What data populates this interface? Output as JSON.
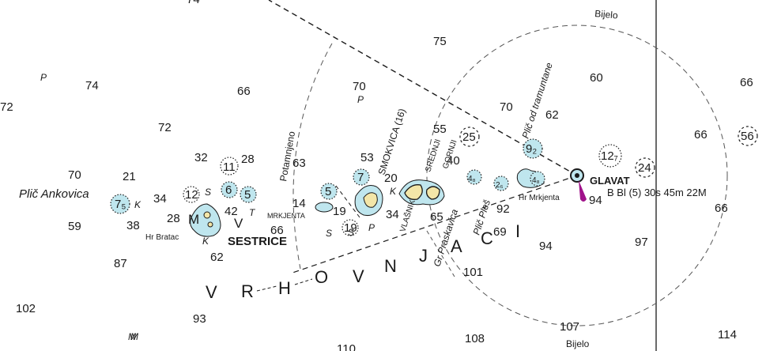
{
  "map": {
    "soundings": [
      "72",
      "74",
      "74",
      "70",
      "66",
      "72",
      "32",
      "28",
      "63",
      "53",
      "55",
      "40",
      "75",
      "60",
      "70",
      "62",
      "66",
      "66",
      "66",
      "21",
      "70",
      "34",
      "38",
      "59",
      "42",
      "28",
      "14",
      "19",
      "20",
      "34",
      "65",
      "92",
      "69",
      "94",
      "94",
      "97",
      "62",
      "87",
      "102",
      "93",
      "101",
      "108",
      "110",
      "107",
      "114",
      "66"
    ],
    "bottom_quality": [
      "P",
      "P",
      "M",
      "K",
      "S",
      "T",
      "K",
      "S",
      "P",
      "K",
      "M",
      "S"
    ],
    "names": {
      "plic_ankovica": "Plič Ankovica",
      "hr_bratac": "Hr Bratac",
      "sestrice": "SESTRICE",
      "m_letter": "M",
      "v_letter": "V",
      "mrkjenta_left": "MRKJENTA",
      "potamnjeno": "Potamnjeno",
      "smokvica": "SMOKVICA (16)",
      "srednji": "SREDNJI",
      "gornji": "GORNJI",
      "vlasnik": "VLAŠNIK",
      "gr_praskavica": "Gr Praskavica",
      "plic_ples": "Plič Pleš",
      "plic_od_tramuntane": "Plič od tramuntane",
      "hr_mrkjenta": "Hr Mrkjenta",
      "glavat": "GLAVAT",
      "light_char": "B Bl (5) 30s 45m 22M",
      "bijelo_top": "Bijelo",
      "bijelo_bottom": "Bijelo",
      "vrhovnjaci": [
        "V",
        "R",
        "H",
        "O",
        "V",
        "N",
        "J",
        "A",
        "C",
        "I"
      ]
    },
    "danger_soundings": [
      "7₅",
      "12",
      "11",
      "6",
      "5",
      "5",
      "7",
      "19",
      "25",
      "4₈",
      "2₆",
      "9₂",
      "4₈",
      "12₇",
      "24",
      "56"
    ],
    "colors": {
      "shoal_blue": "#bfe6ee",
      "land_yellow": "#f3e6a8",
      "light_flare": "#a0128a",
      "ink": "#1a1a1a"
    }
  }
}
